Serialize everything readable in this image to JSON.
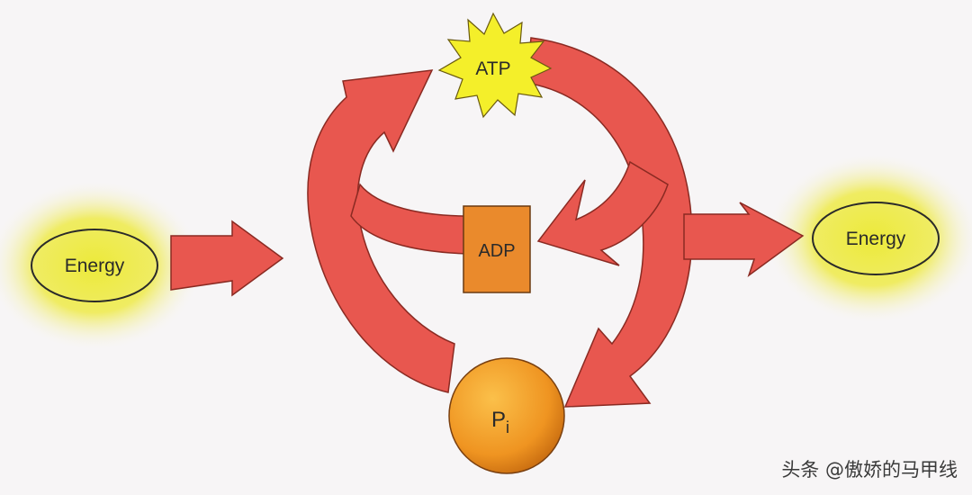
{
  "diagram": {
    "energy_in_label": "Energy",
    "energy_out_label": "Energy",
    "atp_label": "ATP",
    "adp_label": "ADP",
    "pi_main": "P",
    "pi_sub": "i"
  },
  "watermark": "头条 @傲娇的马甲线",
  "colors": {
    "arrow_fill": "#e8574f",
    "arrow_stroke": "#8a2a22",
    "glow": "#e6e33c",
    "starburst": "#f4ef2a",
    "adp_box": "#ea8a2c",
    "pi_ball": "#f09a22",
    "background": "#f7f5f6"
  }
}
